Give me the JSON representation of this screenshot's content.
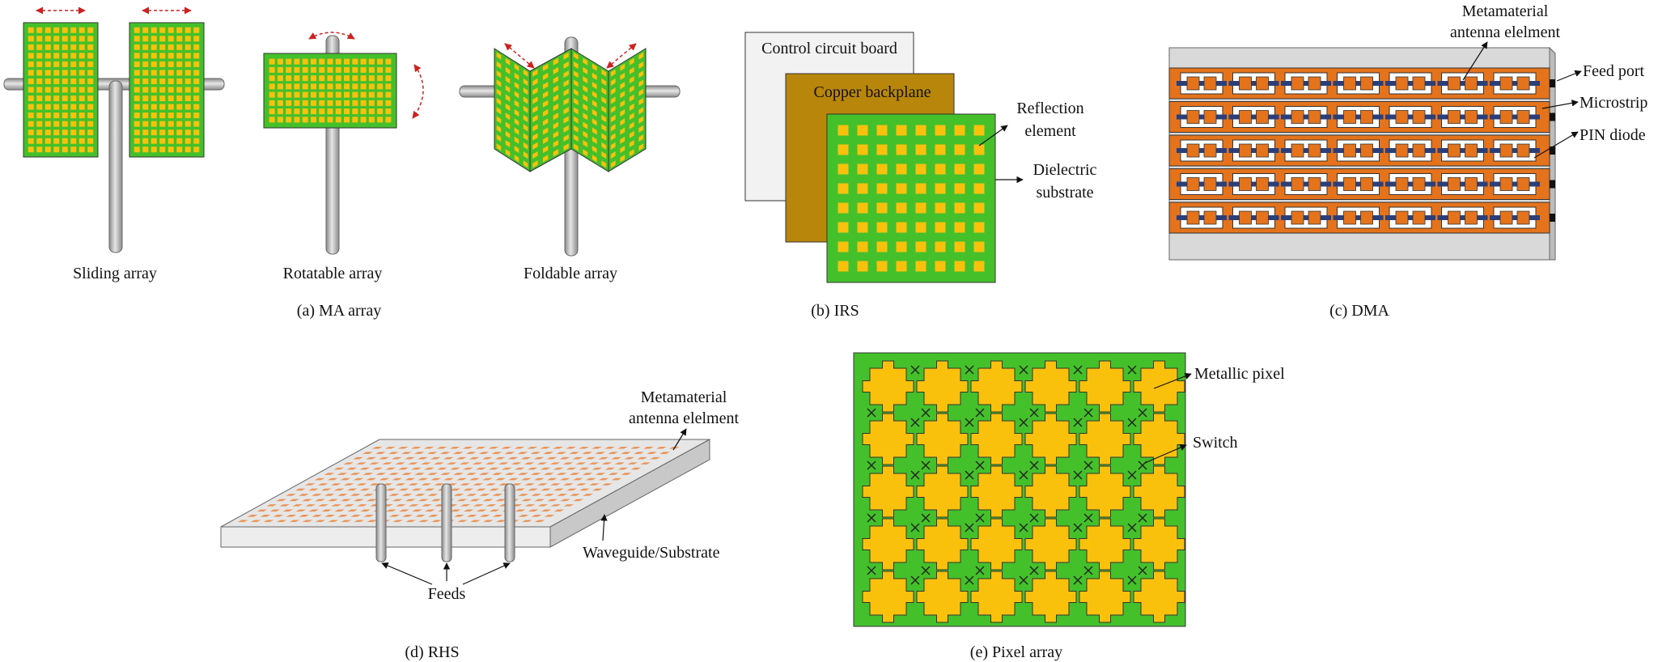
{
  "panels": {
    "ma": {
      "caption": "(a) MA array",
      "sliding_label": "Sliding array",
      "rotatable_label": "Rotatable array",
      "foldable_label": "Foldable array"
    },
    "irs": {
      "caption": "(b) IRS",
      "control_board": "Control circuit board",
      "copper_backplane": "Copper backplane",
      "reflection_element": [
        "Reflection",
        "element"
      ],
      "dielectric_substrate": [
        "Dielectric",
        "substrate"
      ]
    },
    "dma": {
      "caption": "(c) DMA",
      "metamaterial_element": [
        "Metamaterial",
        "antenna elelment"
      ],
      "feed_port": "Feed port",
      "microstrip": "Microstrip",
      "pin_diode": "PIN diode"
    },
    "rhs": {
      "caption": "(d) RHS",
      "metamaterial_element": [
        "Metamaterial",
        "antenna elelment"
      ],
      "waveguide": "Waveguide/Substrate",
      "feeds": "Feeds"
    },
    "pixel": {
      "caption": "(e) Pixel array",
      "metallic_pixel": "Metallic pixel",
      "switch": "Switch"
    }
  },
  "colors": {
    "green": "#44c02b",
    "yellow": "#f9c10c",
    "orange": "#e5731b",
    "copper": "#b8860b",
    "navy": "#2a3f7a",
    "red_arrow": "#cc2222",
    "grey_rod": "#a9a9a9",
    "light_grey": "#d9d9d9"
  }
}
